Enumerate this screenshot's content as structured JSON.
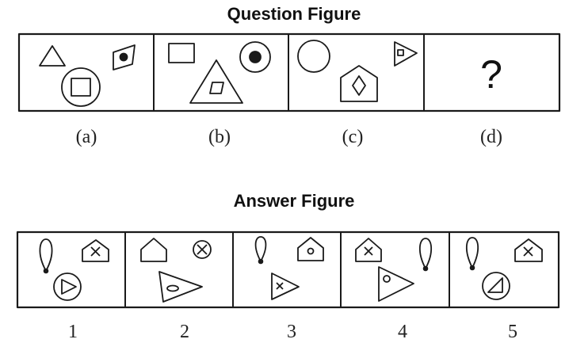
{
  "question_figure": {
    "title": "Question  Figure",
    "labels": [
      "(a)",
      "(b)",
      "(c)",
      "(d)"
    ],
    "unknown": "?"
  },
  "answer_figure": {
    "title": "Answer Figure",
    "labels": [
      "1",
      "2",
      "3",
      "4",
      "5"
    ]
  },
  "colors": {
    "stroke": "#1a1a1a",
    "background": "#ffffff"
  }
}
